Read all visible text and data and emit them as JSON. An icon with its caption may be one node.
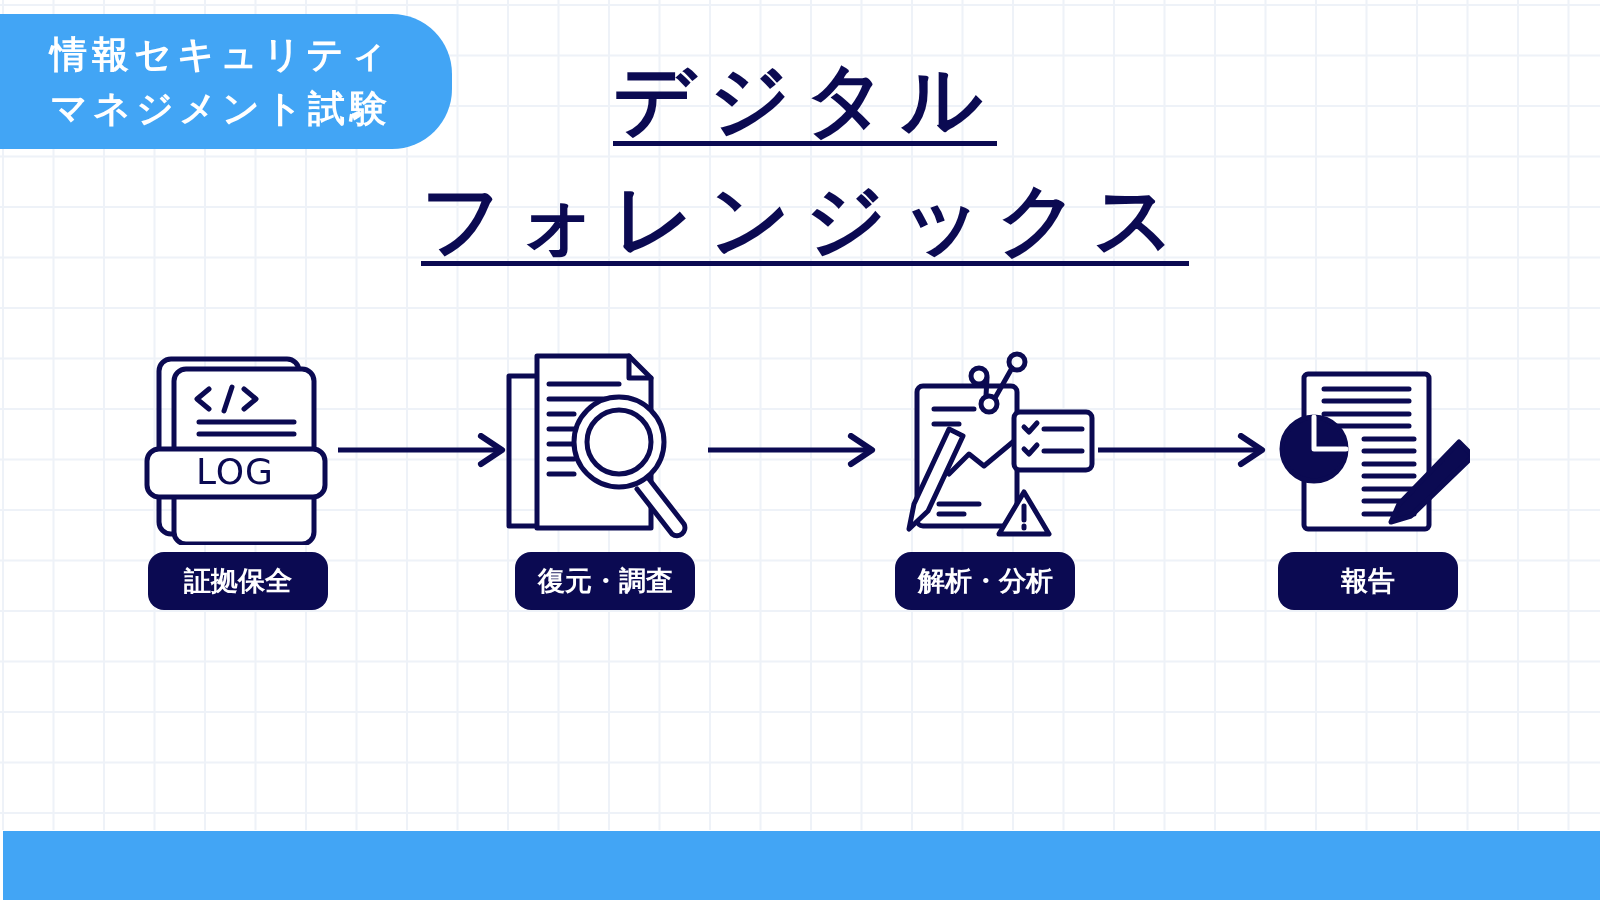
{
  "diagram": {
    "title": "デジタルフォレンジックス",
    "nodes": [
      {
        "text": [
          "証拠保全"
        ]
      },
      {
        "text": [
          "復元・調査"
        ]
      },
      {
        "text": [
          "解析・分析"
        ]
      },
      {
        "text": [
          "報告"
        ]
      }
    ],
    "edges": [
      {
        "from": 0,
        "to": 1,
        "arrow": "to"
      },
      {
        "from": 1,
        "to": 2,
        "arrow": "to"
      },
      {
        "from": 2,
        "to": 3,
        "arrow": "to"
      }
    ],
    "labels": [
      "情報セキュリティマネジメント試験",
      "LOG"
    ]
  }
}
